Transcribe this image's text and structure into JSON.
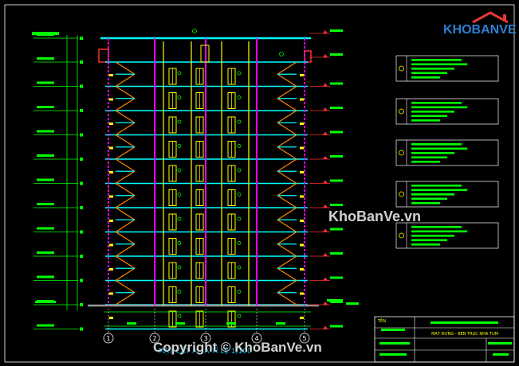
{
  "logo": {
    "text": "KHOBANVE"
  },
  "watermarks": {
    "center": "KhoBanVe.vn",
    "bottom": "Copyright © KhoBanVe.vn"
  },
  "drawing": {
    "caption": "MẶT CẮT A - A TỈ LỆ 1/100",
    "grid_labels": [
      "1",
      "2",
      "3",
      "4",
      "5"
    ],
    "title_block": {
      "label": "TÊN",
      "title": "MẶT ĐỨNG - BÊN TRỤC NHÀ TUM"
    }
  },
  "colors": {
    "background": "#000000",
    "slab": "#00ffff",
    "wall": "#ffff00",
    "column": "#ff00ff",
    "stair": "#ff8800",
    "annotation": "#00ff00",
    "marker": "#ff3030",
    "logo": "#2e7fd3"
  },
  "icons": [
    "house-roof-icon",
    "grid-bubble-icon",
    "level-marker-icon"
  ]
}
